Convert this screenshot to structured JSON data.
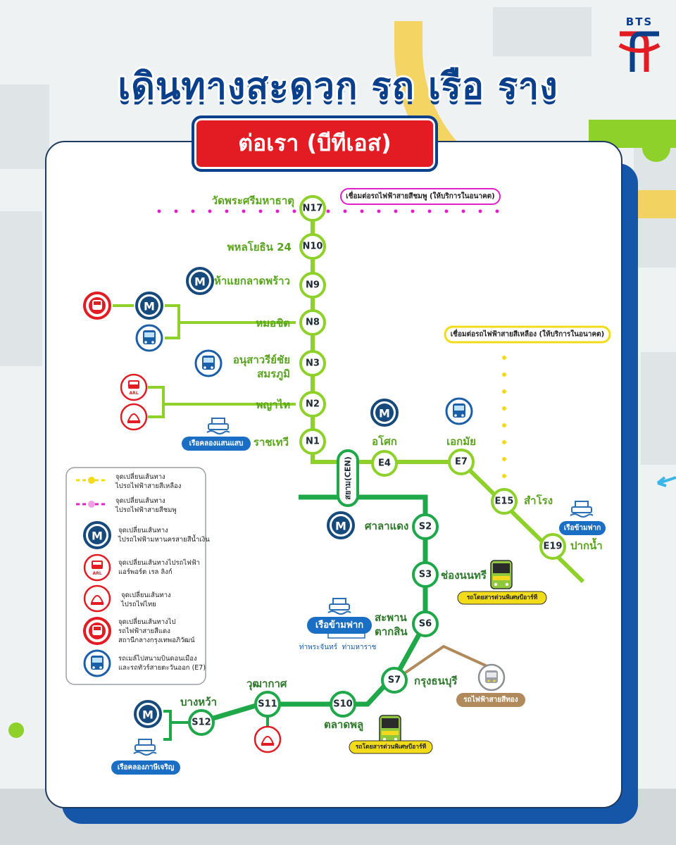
{
  "title": "เดินทางสะดวก รถ เรือ ราง",
  "subtitle": "ต่อเรา (บีทีเอส)",
  "logo_text": "BTS",
  "colors": {
    "light_green_line": "#8fd12b",
    "dark_green_line": "#1fa84a",
    "pink_line": "#e020c8",
    "yellow_line": "#f2dc1a",
    "gold_line": "#b08a5a",
    "mrt_blue": "#174a7c",
    "red": "#e31c23"
  },
  "stations": {
    "N17": {
      "code": "N17",
      "name": "วัดพระศรีมหาธาตุ"
    },
    "N10": {
      "code": "N10",
      "name": "พหลโยธิน 24"
    },
    "N9": {
      "code": "N9",
      "name": "ห้าแยกลาดพร้าว"
    },
    "N8": {
      "code": "N8",
      "name": "หมอชิต"
    },
    "N3": {
      "code": "N3",
      "name1": "อนุสาวรีย์ชัย",
      "name2": "สมรภูมิ"
    },
    "N2": {
      "code": "N2",
      "name": "พญาไท"
    },
    "N1": {
      "code": "N1",
      "name": "ราชเทวี"
    },
    "CEN": {
      "code": "สยาม(CEN)"
    },
    "E4": {
      "code": "E4",
      "name": "อโศก"
    },
    "E7": {
      "code": "E7",
      "name": "เอกมัย"
    },
    "E15": {
      "code": "E15",
      "name": "สำโรง"
    },
    "E19": {
      "code": "E19",
      "name": "ปากน้ำ"
    },
    "S2": {
      "code": "S2",
      "name": "ศาลาแดง"
    },
    "S3": {
      "code": "S3",
      "name": "ช่องนนทรี"
    },
    "S6": {
      "code": "S6",
      "name1": "สะพาน",
      "name2": "ตากสิน"
    },
    "S7": {
      "code": "S7",
      "name": "กรุงธนบุรี"
    },
    "S10": {
      "code": "S10",
      "name": "ตลาดพลู"
    },
    "S11": {
      "code": "S11",
      "name": "วุฒากาศ"
    },
    "S12": {
      "code": "S12",
      "name": "บางหว้า"
    }
  },
  "labels": {
    "pink_future": "เชื่อมต่อรถไฟฟ้าสายสีชมพู (ให้บริการในอนาคต)",
    "yellow_future": "เชื่อมต่อรถไฟฟ้าสายสีเหลือง (ให้บริการในอนาคต)",
    "saen_saep_boat": "เรือคลองแสนแสบ",
    "ferry_e19": "เรือข้ามฟาก",
    "ferry_s6": "เรือข้ามฟาก",
    "pier_1": "ท่าพระจันทร์",
    "pier_2": "ท่ามหาราช",
    "brt_s3": "รถโดยสารด่วนพิเศษบีอาร์ที",
    "brt_s10": "รถโดยสารด่วนพิเศษบีอาร์ที",
    "gold_line": "รถไฟฟ้าสายสีทอง",
    "phasi_boat": "เรือคลองภาษีเจริญ"
  },
  "legend": [
    {
      "icon": "yellow-dot-icon",
      "line1": "จุดเปลี่ยนเส้นทาง",
      "line2": "ไปรถไฟฟ้าสายสีเหลือง",
      "line3": ""
    },
    {
      "icon": "pink-dot-icon",
      "line1": "จุดเปลี่ยนเส้นทาง",
      "line2": "ไปรถไฟฟ้าสายสีชมพู",
      "line3": ""
    },
    {
      "icon": "mrt-icon",
      "line1": "จุดเปลี่ยนเส้นทาง",
      "line2": "ไปรถไฟฟ้ามหานครสายสีน้ำเงิน",
      "line3": ""
    },
    {
      "icon": "airport-link-icon",
      "line1": "จุดเปลี่ยนเส้นทางไปรถไฟฟ้า",
      "line2": "แอร์พอร์ต เรล ลิงก์",
      "line3": ""
    },
    {
      "icon": "srt-icon",
      "line1": "จุดเปลี่ยนเส้นทาง",
      "line2": "ไปรถไฟไทย",
      "line3": ""
    },
    {
      "icon": "red-line-icon",
      "line1": "จุดเปลี่ยนเส้นทางไป",
      "line2": "รถไฟฟ้าสายสีแดง",
      "line3": "สถานีกลางกรุงเทพอภิวัฒน์"
    },
    {
      "icon": "airport-bus-icon",
      "line1": "รถเมล์ไปสนามบินดอนเมือง",
      "line2": "และรถทัวร์สายตะวันออก (E7)",
      "line3": ""
    }
  ]
}
